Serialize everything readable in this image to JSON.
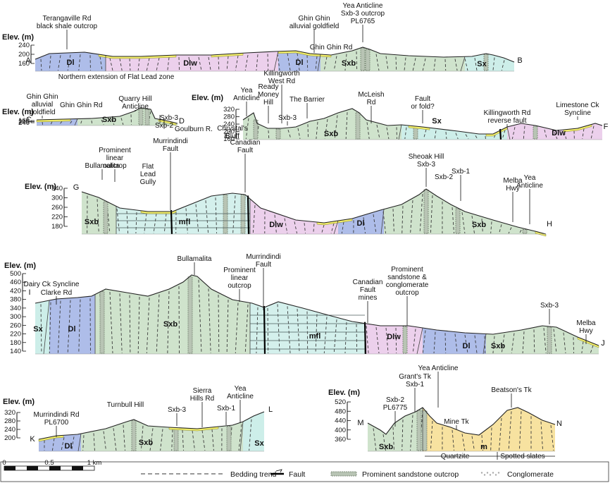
{
  "colors": {
    "Sxb": "#cfe3cc",
    "Sx": "#cdeee9",
    "Dl": "#aebde9",
    "Dlw": "#ecd0ec",
    "mfl": "#d4f0ec",
    "m": "#f7e2a0",
    "alluvium": "#f2ee6a",
    "stroke": "#333333"
  },
  "sections": {
    "AB": {
      "unit_label": "Elev. (m)",
      "ticks": [
        "240",
        "200",
        "160"
      ],
      "end_left": "A",
      "end_right": "B",
      "units": [
        "Dl",
        "Dlw",
        "Dl",
        "Sxb",
        "Sx"
      ],
      "labels": [
        "Terangaville Rd\nblack shale outcrop",
        "Ghin Ghin\nalluvial goldfield",
        "Ghin Ghin Rd",
        "Yea Anticline\nSxb-3 outcrop\nPL6765",
        "Northern extension of Flat Lead zone"
      ]
    },
    "CD": {
      "unit_label": "Elev. (m)",
      "ticks": [
        "240",
        "200",
        "160"
      ],
      "end_left": "C",
      "end_right": "D",
      "units": [
        "Sxb"
      ],
      "labels": [
        "Ghin Ghin\nalluvial\ngoldfield",
        "Ghin Ghin Rd",
        "Quarry Hill\nAnticline",
        "Sxb-3",
        "Sxb-2",
        "Goulburn R."
      ]
    },
    "EF": {
      "unit_label": "Elev. (m)",
      "ticks": [
        "320",
        "280",
        "240",
        "200",
        "160"
      ],
      "end_left": "E",
      "end_right": "F",
      "units": [
        "Sxb",
        "Sx",
        "Dlw"
      ],
      "labels": [
        "Chrystal's\nBluff",
        "Yea\nAnticline",
        "Ready\nMoney\nHill",
        "Killingworth\nWest Rd",
        "Sxb-3",
        "The Barrier",
        "McLeish\nRd",
        "Fault\nor fold?",
        "Killingworth Rd\nreverse fault",
        "Limestone Ck\nSyncline"
      ]
    },
    "GH": {
      "unit_label": "Elev. (m)",
      "ticks": [
        "340",
        "300",
        "260",
        "220",
        "180"
      ],
      "end_left": "G",
      "end_right": "H",
      "units": [
        "Sxb",
        "mfl",
        "Dlw",
        "Dl",
        "Sxb"
      ],
      "labels": [
        "Bullamalita",
        "Prominent\nlinear\noutcrop",
        "Flat\nLead\nGully",
        "Murrindindi\nFault",
        "Canadian\nFault",
        "Sheoak Hill\nSxb-3",
        "Sxb-2",
        "Sxb-1",
        "Melba\nHwy",
        "Yea\nAnticline"
      ]
    },
    "IJ": {
      "unit_label": "Elev. (m)",
      "ticks": [
        "500",
        "460",
        "420",
        "380",
        "340",
        "300",
        "260",
        "220",
        "180",
        "140"
      ],
      "end_left": "I",
      "end_right": "J",
      "units": [
        "Sx",
        "Dl",
        "Sxb",
        "mfl",
        "Dlw",
        "Dl",
        "Sxb"
      ],
      "labels": [
        "Dairy Ck Syncline",
        "Clarke Rd",
        "Bullamalita",
        "Prominent\nlinear\noutcrop",
        "Murrindindi\nFault",
        "Canadian\nFault\nmines",
        "Prominent\nsandstone &\nconglomerate\noutcrop",
        "Sxb-3",
        "Melba\nHwy"
      ]
    },
    "KL": {
      "unit_label": "Elev. (m)",
      "ticks": [
        "320",
        "280",
        "240",
        "200"
      ],
      "end_left": "K",
      "end_right": "L",
      "units": [
        "Dl",
        "Sxb",
        "Sx"
      ],
      "labels": [
        "Murrindindi Rd\nPL6700",
        "Turnbull Hill",
        "Sxb-3",
        "Sierra\nHills Rd",
        "Sxb-1",
        "Yea\nAnticline"
      ]
    },
    "MN": {
      "unit_label": "Elev. (m)",
      "ticks": [
        "520",
        "480",
        "440",
        "400",
        "360"
      ],
      "end_left": "M",
      "end_right": "N",
      "units": [
        "Sxb",
        "m"
      ],
      "labels": [
        "Yea Anticline",
        "Grant's Tk\nSxb-1",
        "Sxb-2\nPL6775",
        "Mine Tk",
        "Beatson's Tk"
      ],
      "sub_labels": [
        "Quartzite",
        "Spotted slates"
      ]
    }
  },
  "scale": {
    "ticks": [
      "0",
      "0.5",
      "1 km"
    ]
  },
  "legend": [
    {
      "icon": "bedding-trend",
      "label": "Bedding trend"
    },
    {
      "icon": "fault",
      "label": "Fault"
    },
    {
      "icon": "sandstone",
      "label": "Prominent sandstone outcrop"
    },
    {
      "icon": "conglomerate",
      "label": "Conglomerate"
    }
  ]
}
